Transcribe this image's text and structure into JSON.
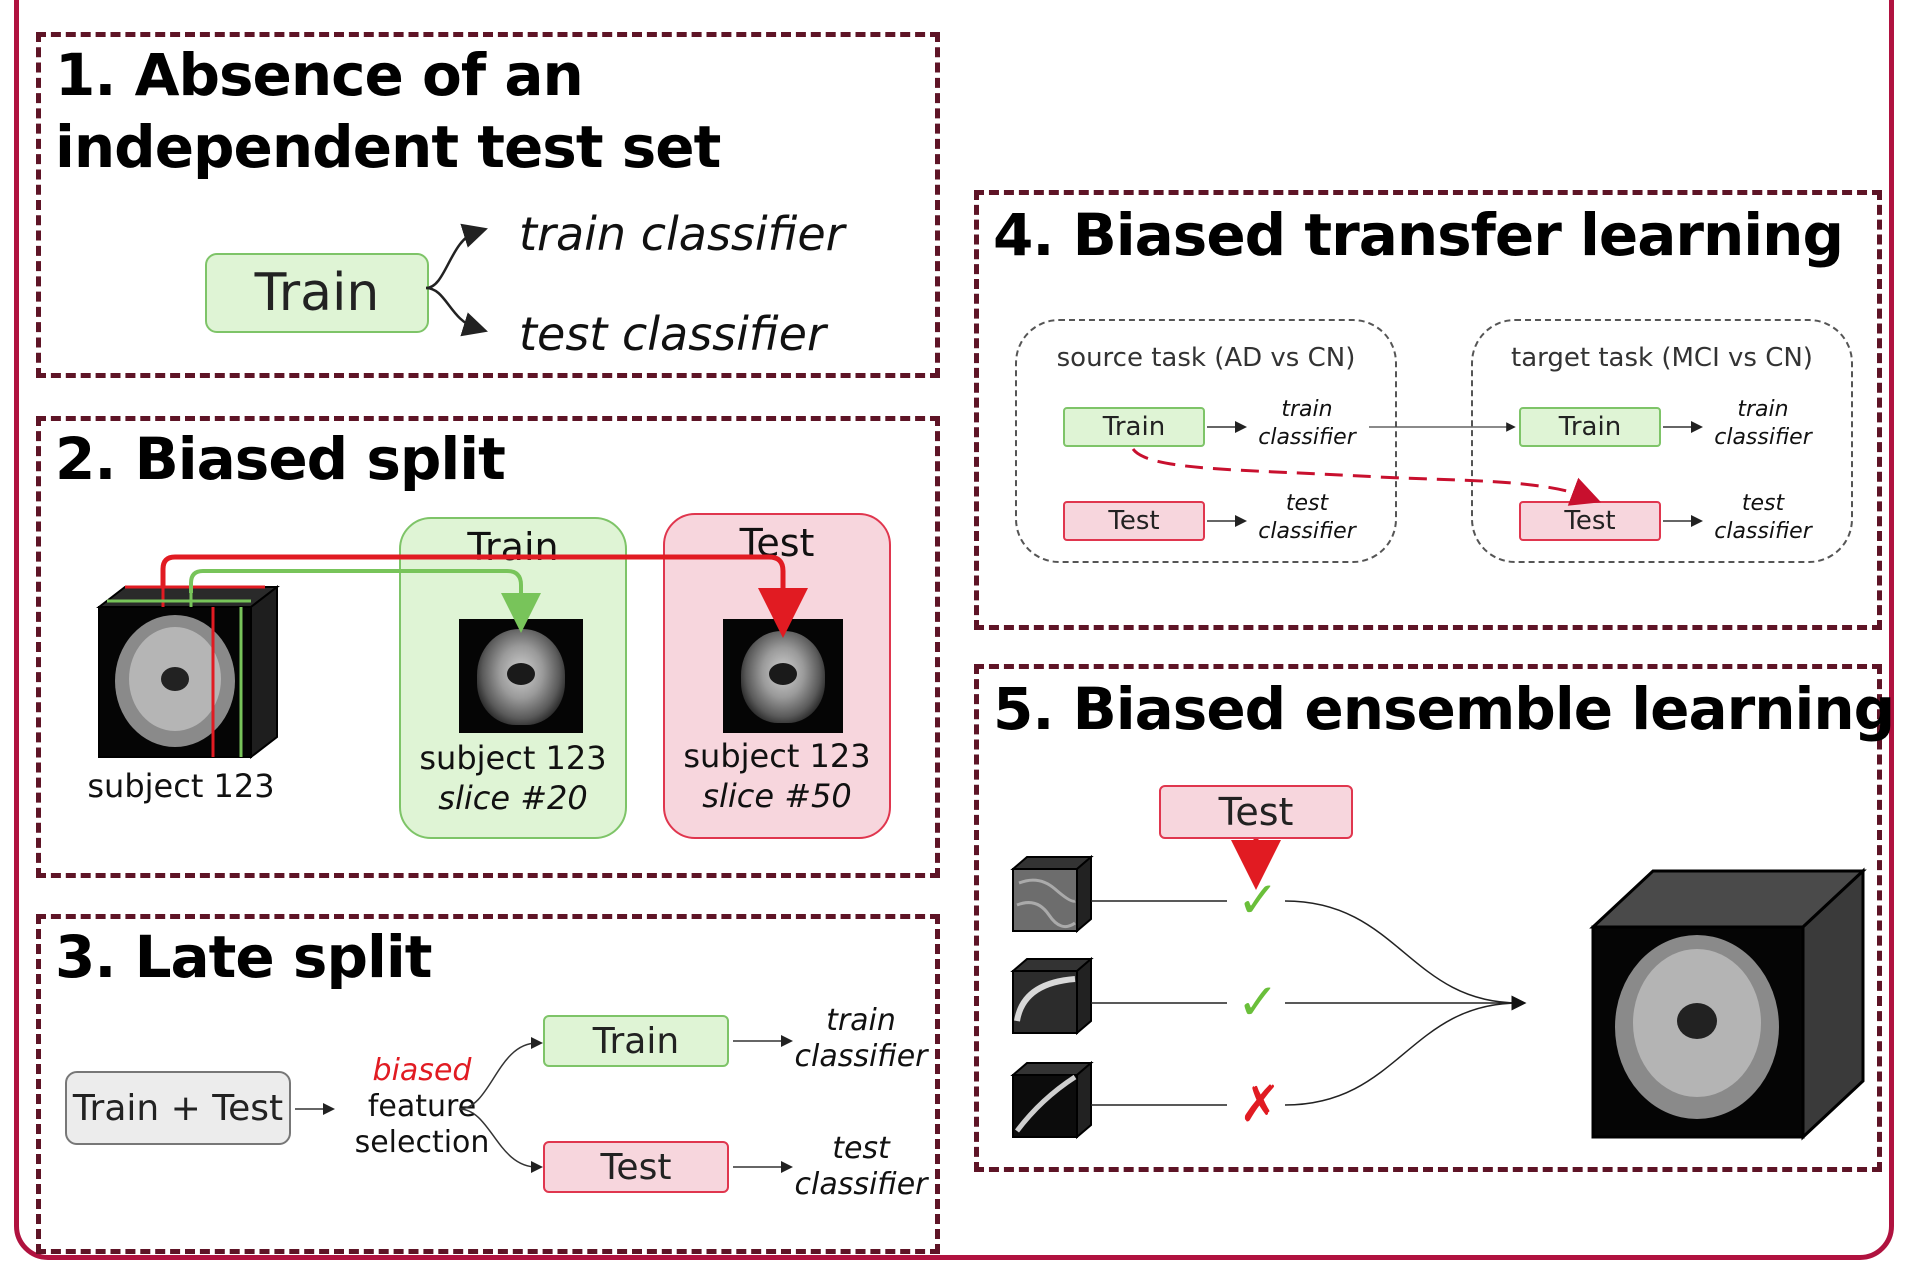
{
  "panel1": {
    "title_line1": "1. Absence of an",
    "title_line2": "independent test set",
    "train": "Train",
    "out1": "train classifier",
    "out2": "test classifier"
  },
  "panel2": {
    "title": "2. Biased split",
    "train_header": "Train",
    "test_header": "Test",
    "subject_label": "subject 123",
    "train_subject": "subject 123",
    "train_slice": "slice #20",
    "test_subject": "subject 123",
    "test_slice": "slice #50"
  },
  "panel3": {
    "title": "3. Late split",
    "input": "Train + Test",
    "biased": "biased",
    "feature": "feature",
    "selection": "selection",
    "train": "Train",
    "test": "Test",
    "train_out_1": "train",
    "train_out_2": "classifier",
    "test_out_1": "test",
    "test_out_2": "classifier"
  },
  "panel4": {
    "title": "4. Biased transfer learning",
    "source_label": "source task (AD vs CN)",
    "target_label": "target task (MCI vs CN)",
    "src_train": "Train",
    "src_test": "Test",
    "tgt_train": "Train",
    "tgt_test": "Test",
    "src_train_out_1": "train",
    "src_train_out_2": "classifier",
    "src_test_out_1": "test",
    "src_test_out_2": "classifier",
    "tgt_train_out_1": "train",
    "tgt_train_out_2": "classifier",
    "tgt_test_out_1": "test",
    "tgt_test_out_2": "classifier"
  },
  "panel5": {
    "title": "5. Biased ensemble learning",
    "test": "Test",
    "marks": [
      "✓",
      "✓",
      "✗"
    ]
  },
  "colors": {
    "frame": "#b0123f",
    "panel_border": "#5e1426",
    "green_fill": "#dff4d5",
    "green_border": "#7ec468",
    "red_fill": "#f7d6dd",
    "red_border": "#e0364e",
    "arrow_red": "#e11b22",
    "arrow_green": "#78c45a"
  }
}
